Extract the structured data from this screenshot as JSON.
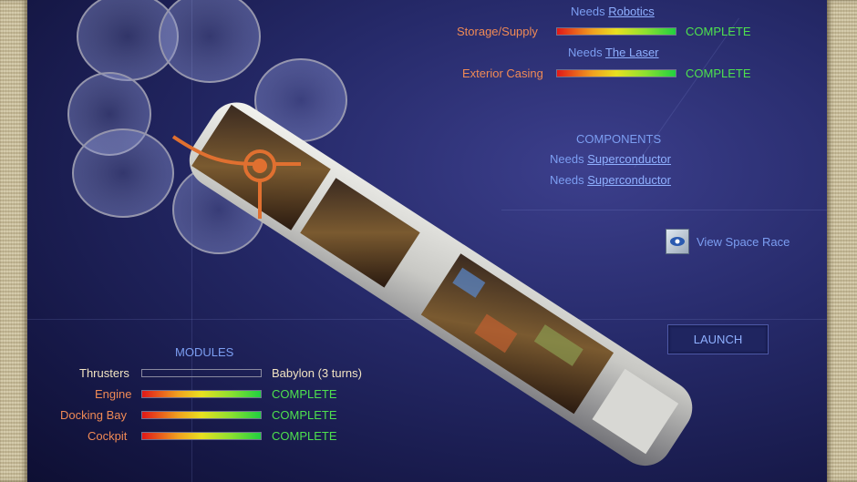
{
  "structures": [
    {
      "needs_prefix": "Needs",
      "needs_link": "Robotics",
      "name": "Storage/Supply",
      "status": "COMPLETE"
    },
    {
      "needs_prefix": "Needs",
      "needs_link": "The Laser",
      "name": "Exterior Casing",
      "status": "COMPLETE"
    }
  ],
  "components": {
    "header": "COMPONENTS",
    "items": [
      {
        "needs_prefix": "Needs",
        "needs_link": "Superconductor"
      },
      {
        "needs_prefix": "Needs",
        "needs_link": "Superconductor"
      }
    ]
  },
  "view_space_race": {
    "label": "View Space Race",
    "icon": "space-race-icon"
  },
  "launch": {
    "label": "LAUNCH"
  },
  "modules": {
    "header": "MODULES",
    "items": [
      {
        "name": "Thrusters",
        "status": "Babylon (3 turns)",
        "progress": 0
      },
      {
        "name": "Engine",
        "status": "COMPLETE",
        "progress": 1
      },
      {
        "name": "Docking Bay",
        "status": "COMPLETE",
        "progress": 1
      },
      {
        "name": "Cockpit",
        "status": "COMPLETE",
        "progress": 1
      }
    ]
  },
  "colors": {
    "background": "#262a6a",
    "label_orange": "#f08a55",
    "complete_green": "#4ee14e",
    "link_blue": "#8fb0ff",
    "frame": "#cfc4a2"
  }
}
